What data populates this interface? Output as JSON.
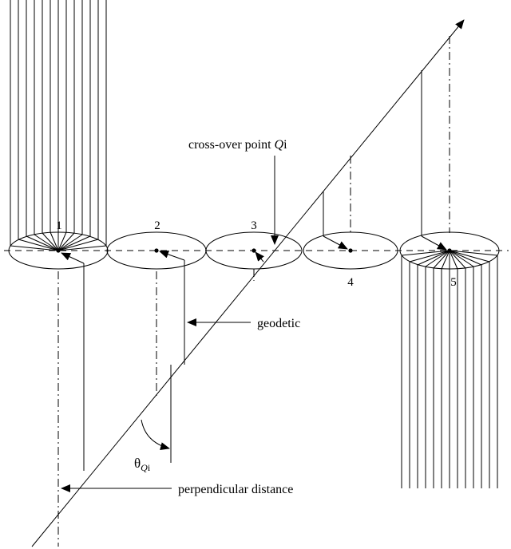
{
  "labels": {
    "crossover": "cross-over point ",
    "crossover_q": "Q",
    "crossover_i": "i",
    "geodetic": "geodetic",
    "theta": "θ",
    "theta_sub_q": "Q",
    "theta_sub_i": "i",
    "perpendicular": "perpendicular distance"
  },
  "stations": [
    {
      "label": "1"
    },
    {
      "label": "2"
    },
    {
      "label": "3"
    },
    {
      "label": "4"
    },
    {
      "label": "5"
    }
  ]
}
